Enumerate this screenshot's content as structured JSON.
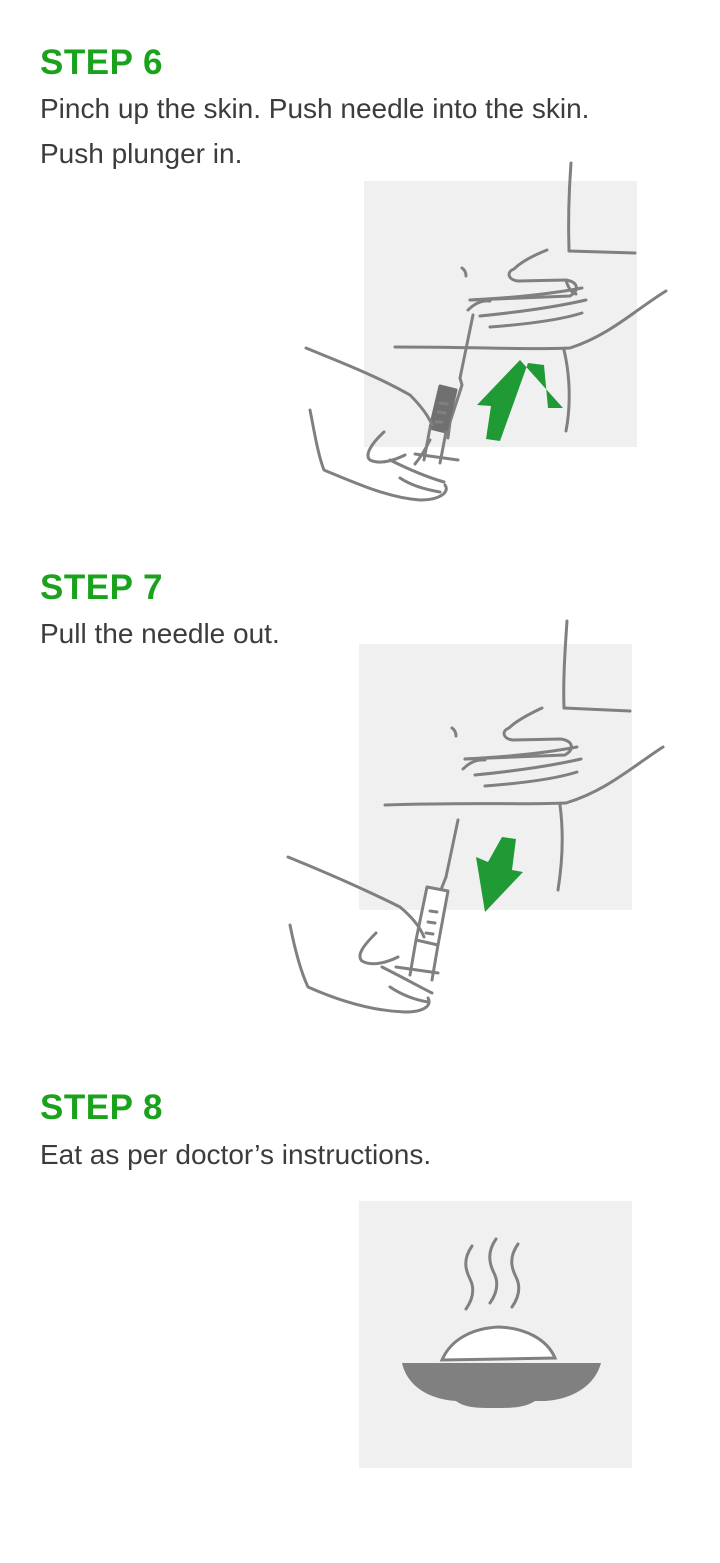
{
  "steps": [
    {
      "title": "STEP 6",
      "text": "Pinch up the skin. Push needle into the skin.\nPush plunger in.",
      "illustration": "inject-needle-illustration",
      "arrow": "up"
    },
    {
      "title": "STEP 7",
      "text": "Pull the needle out.",
      "illustration": "pull-needle-illustration",
      "arrow": "down"
    },
    {
      "title": "STEP 8",
      "text": "Eat as per doctor’s instructions.",
      "illustration": "food-bowl-illustration"
    }
  ],
  "colors": {
    "accent": "#1aa21d",
    "text": "#3c3c3c",
    "panel": "#f0f0f0",
    "line": "#808080",
    "arrow": "#1f9a35"
  }
}
